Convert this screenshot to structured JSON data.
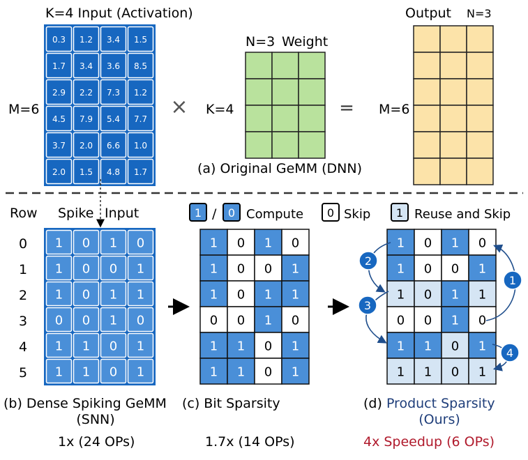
{
  "top": {
    "input_title": "K=4  Input (Activation)",
    "weight_title": "Weight",
    "weight_n": "N=3",
    "output_title": "Output",
    "output_n": "N=3",
    "m_left": "M=6",
    "k_mid": "K=4",
    "m_right": "M=6",
    "times": "×",
    "equals": "=",
    "caption": "(a) Original GeMM (DNN)",
    "activation": [
      [
        "0.3",
        "1.2",
        "3.4",
        "1.5"
      ],
      [
        "1.7",
        "3.4",
        "3.6",
        "8.5"
      ],
      [
        "2.9",
        "2.2",
        "7.3",
        "1.2"
      ],
      [
        "4.5",
        "7.9",
        "5.4",
        "7.7"
      ],
      [
        "3.7",
        "2.0",
        "6.6",
        "1.0"
      ],
      [
        "2.0",
        "1.5",
        "4.8",
        "1.7"
      ]
    ]
  },
  "legend": {
    "one": "1",
    "slash": "/",
    "zero": "0",
    "compute": "Compute",
    "skip_zero": "0",
    "skip": "Skip",
    "reuse_one": "1",
    "reuse": "Reuse and Skip"
  },
  "headers": {
    "row": "Row",
    "spike": "Spike",
    "input": "Input"
  },
  "row_labels": [
    "0",
    "1",
    "2",
    "3",
    "4",
    "5"
  ],
  "spikes": [
    [
      "1",
      "0",
      "1",
      "0"
    ],
    [
      "1",
      "0",
      "0",
      "1"
    ],
    [
      "1",
      "0",
      "1",
      "1"
    ],
    [
      "0",
      "0",
      "1",
      "0"
    ],
    [
      "1",
      "1",
      "0",
      "1"
    ],
    [
      "1",
      "1",
      "0",
      "1"
    ]
  ],
  "steps": [
    "1",
    "2",
    "3",
    "4"
  ],
  "captions": {
    "b": "(b) Dense Spiking GeMM",
    "b2": "(SNN)",
    "c": "(c) Bit Sparsity",
    "d_prefix": "(d) ",
    "d_name": "Product Sparsity",
    "d2": "(Ours)"
  },
  "ops": {
    "b": "1x (24 OPs)",
    "c": "1.7x (14 OPs)",
    "d_speed": "4x Speedup (",
    "d_ops": "6 OPs",
    "d_end": ")"
  },
  "colors": {
    "blue": "#4a8fd8",
    "dark_blue": "#1767c0",
    "light_blue": "#d5e5f4",
    "green": "#b9e29d",
    "yellow": "#fce3a9",
    "navy": "#1f3e7a",
    "crimson": "#b01a2c"
  }
}
